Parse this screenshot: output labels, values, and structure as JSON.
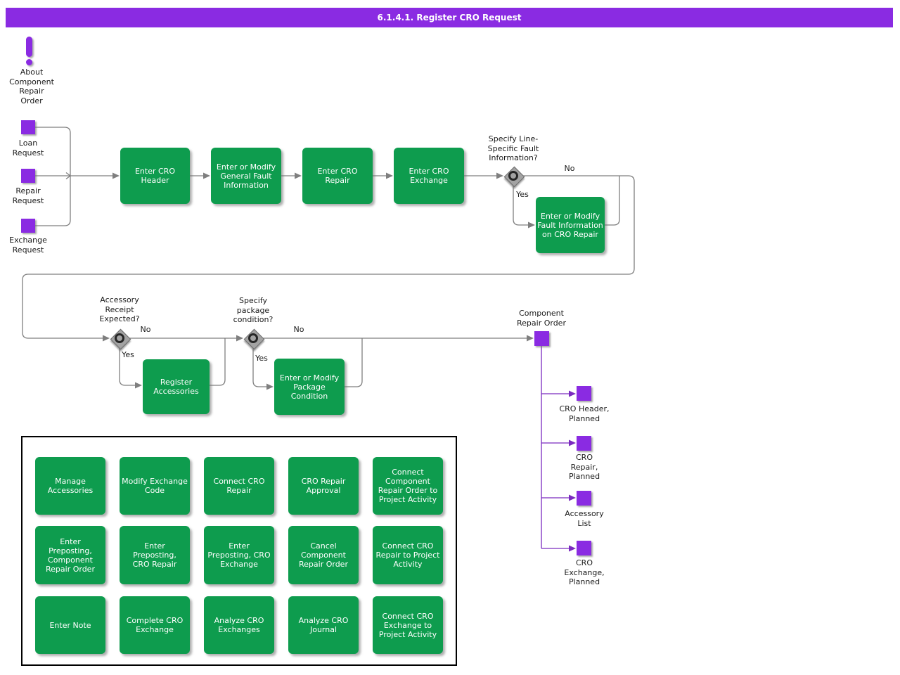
{
  "title": "6.1.4.1. Register CRO Request",
  "colors": {
    "title_bar": "#8A2BE2",
    "event_square": "#8A2BE2",
    "activity_green": "#0E9C4E",
    "flow_line_gray": "#7f7f7f",
    "flow_line_purple": "#7B2BBF",
    "decision_gray": "#a3a3a3",
    "label_text": "#1a1a1a",
    "title_text": "#ffffff"
  },
  "about_icon": {
    "label": "About\nComponent\nRepair\nOrder"
  },
  "inputs": [
    {
      "label": "Loan\nRequest"
    },
    {
      "label": "Repair\nRequest"
    },
    {
      "label": "Exchange\nRequest"
    }
  ],
  "activities": {
    "header": "Enter CRO\nHeader",
    "general_fault": "Enter or Modify\nGeneral Fault\nInformation",
    "repair": "Enter CRO\nRepair",
    "exchange": "Enter CRO\nExchange",
    "fault_on_repair": "Enter or Modify\nFault Information\non CRO Repair",
    "register_accessories": "Register\nAccessories",
    "package_condition": "Enter or Modify\nPackage\nCondition"
  },
  "decisions": {
    "line_fault": {
      "label": "Specify Line-\nSpecific Fault\nInformation?",
      "yes": "Yes",
      "no": "No"
    },
    "accessory": {
      "label": "Accessory\nReceipt\nExpected?",
      "yes": "Yes",
      "no": "No"
    },
    "package": {
      "label": "Specify\npackage\ncondition?",
      "yes": "Yes",
      "no": "No"
    }
  },
  "result": {
    "label": "Component\nRepair Order"
  },
  "outputs": [
    {
      "label": "CRO Header,\nPlanned"
    },
    {
      "label": "CRO\nRepair,\nPlanned"
    },
    {
      "label": "Accessory\nList"
    },
    {
      "label": "CRO\nExchange,\nPlanned"
    }
  ],
  "optional_activities": [
    "Manage\nAccessories",
    "Modify Exchange\nCode",
    "Connect CRO\nRepair",
    "CRO Repair\nApproval",
    "Connect\nComponent\nRepair Order to\nProject Activity",
    "Enter\nPreposting,\nComponent\nRepair Order",
    "Enter\nPreposting,\nCRO Repair",
    "Enter\nPreposting, CRO\nExchange",
    "Cancel\nComponent\nRepair Order",
    "Connect CRO\nRepair to Project\nActivity",
    "Enter Note",
    "Complete CRO\nExchange",
    "Analyze CRO\nExchanges",
    "Analyze CRO\nJournal",
    "Connect CRO\nExchange to\nProject Activity"
  ]
}
